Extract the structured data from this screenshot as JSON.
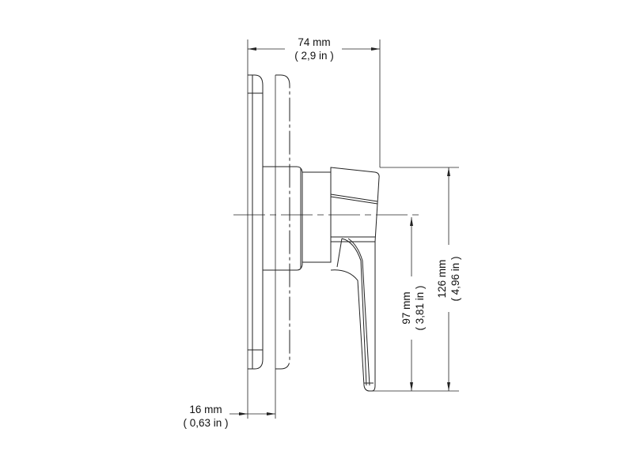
{
  "drawing": {
    "subject": "shower mixer side view technical drawing",
    "dimensions": {
      "width_total": {
        "mm": "74 mm",
        "in": "( 2,9 in )"
      },
      "plate_depth": {
        "mm": "16 mm",
        "in": "( 0,63 in )"
      },
      "lever_length": {
        "mm": "97 mm",
        "in": "( 3,81 in )"
      },
      "total_height": {
        "mm": "126 mm",
        "in": "( 4,96 in )"
      }
    },
    "colors": {
      "line": "#222222",
      "background": "#ffffff"
    }
  }
}
